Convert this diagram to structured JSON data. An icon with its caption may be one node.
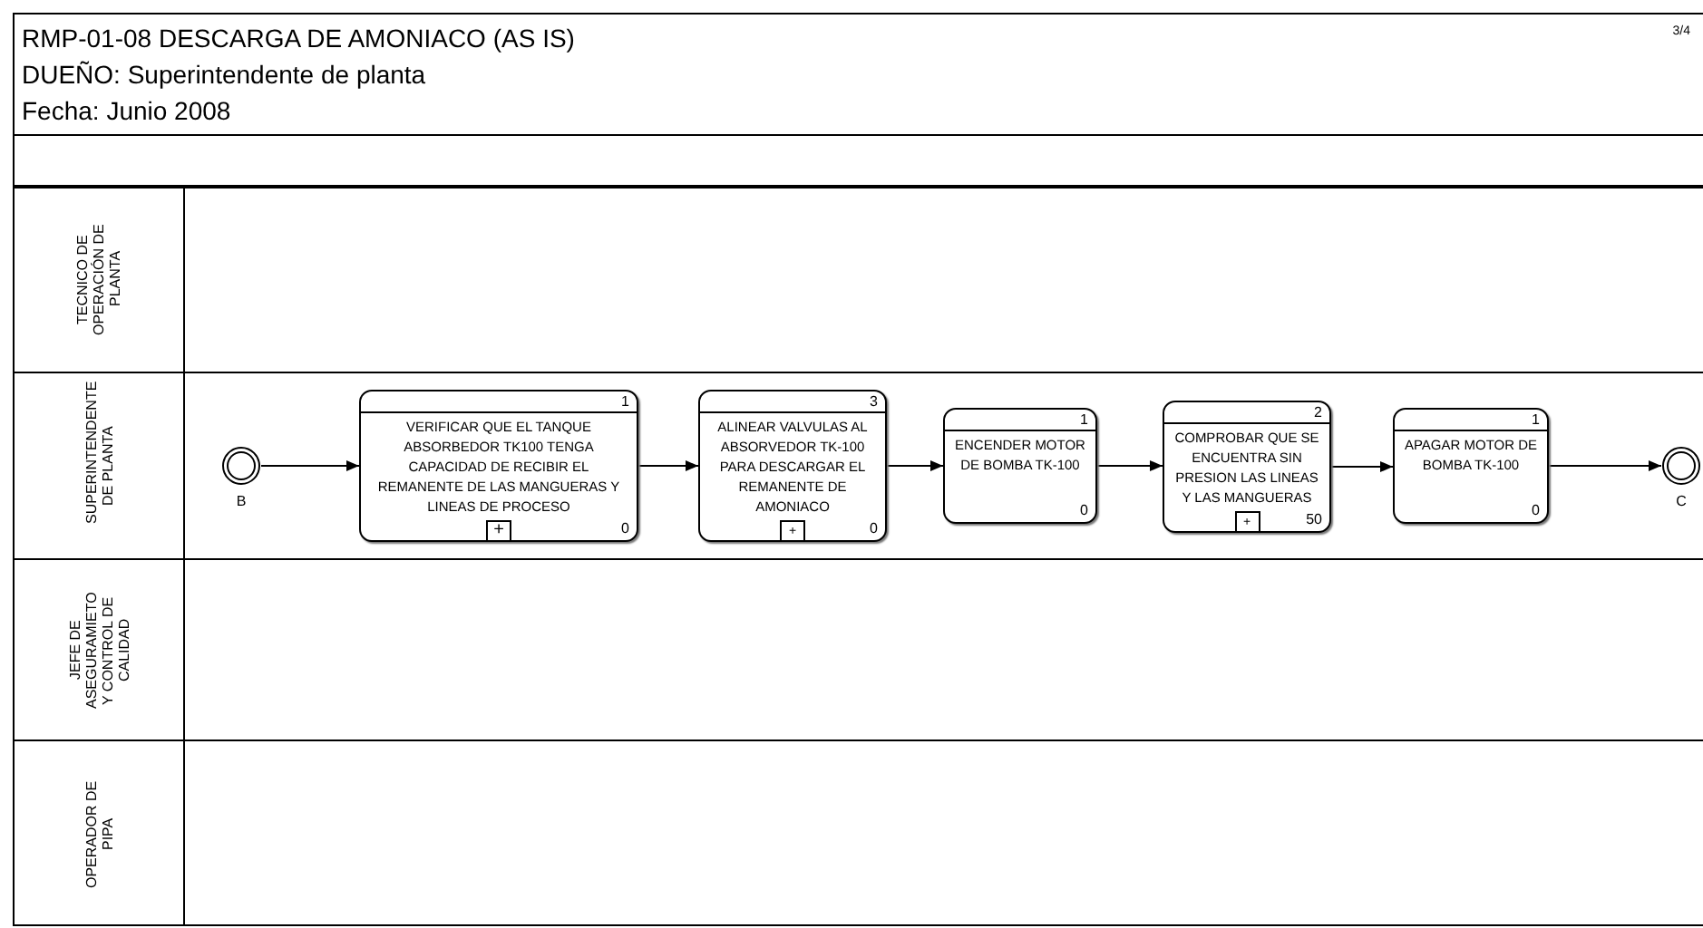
{
  "diagram": {
    "title": "RMP-01-08 DESCARGA DE AMONIACO (AS IS)",
    "nodes": [
      {
        "text": [
          "TECNICO DE OPERACIÓN DE PLANTA"
        ]
      },
      {
        "text": [
          "SUPERINTENDENTE DE PLANTA"
        ]
      },
      {
        "text": [],
        "shape": "circle",
        "beside": [
          "B"
        ],
        "in": 1
      },
      {
        "text": [
          "1",
          "VERIFICAR QUE EL TANQUE ABSORBEDOR TK100 TENGA CAPACIDAD DE RECIBIR EL REMANENTE DE LAS MANGUERAS Y LINEAS DE PROCESO",
          "+",
          "0"
        ],
        "in": 1
      },
      {
        "text": [
          "3",
          "ALINEAR VALVULAS AL ABSORVEDOR TK-100 PARA DESCARGAR EL REMANENTE DE AMONIACO",
          "+",
          "0"
        ],
        "in": 1
      },
      {
        "text": [
          "1",
          "ENCENDER MOTOR DE BOMBA TK-100",
          "0"
        ],
        "in": 1
      },
      {
        "text": [
          "2",
          "COMPROBAR QUE SE ENCUENTRA SIN PRESION LAS LINEAS Y LAS MANGUERAS",
          "+",
          "50"
        ],
        "in": 1
      },
      {
        "text": [
          "1",
          "APAGAR MOTOR DE BOMBA TK-100",
          "0"
        ],
        "in": 1
      },
      {
        "text": [],
        "shape": "circle",
        "beside": [
          "C"
        ],
        "in": 1
      },
      {
        "text": [
          "JEFE DE ASEGURAMIETO Y CONTROL DE CALIDAD"
        ]
      },
      {
        "text": [
          "OPERADOR DE PIPA"
        ]
      }
    ],
    "edges": [
      {
        "from": 2,
        "to": 3,
        "arrow": "to"
      },
      {
        "from": 3,
        "to": 4,
        "arrow": "to"
      },
      {
        "from": 4,
        "to": 5,
        "arrow": "to"
      },
      {
        "from": 5,
        "to": 6,
        "arrow": "to"
      },
      {
        "from": 6,
        "to": 7,
        "arrow": "to"
      },
      {
        "from": 7,
        "to": 8,
        "arrow": "to"
      }
    ],
    "labels": [
      "3/4",
      "DUEÑO: Superintendente de planta",
      "Fecha: Junio 2008"
    ]
  }
}
